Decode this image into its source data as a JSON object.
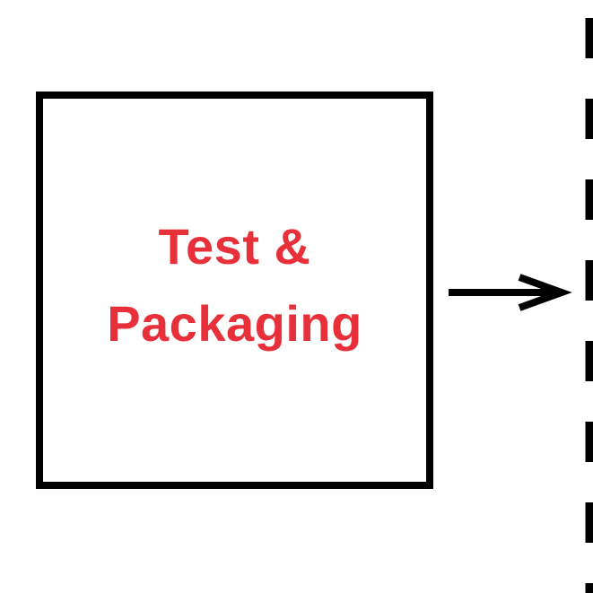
{
  "diagram": {
    "box": {
      "label_line1": "Test &",
      "label_line2": "Packaging"
    },
    "colors": {
      "label": "#e8303a",
      "stroke": "#000000",
      "background": "#ffffff"
    },
    "connector": {
      "type": "arrow",
      "direction": "right"
    },
    "boundary": {
      "style": "dashed-vertical-line"
    }
  }
}
